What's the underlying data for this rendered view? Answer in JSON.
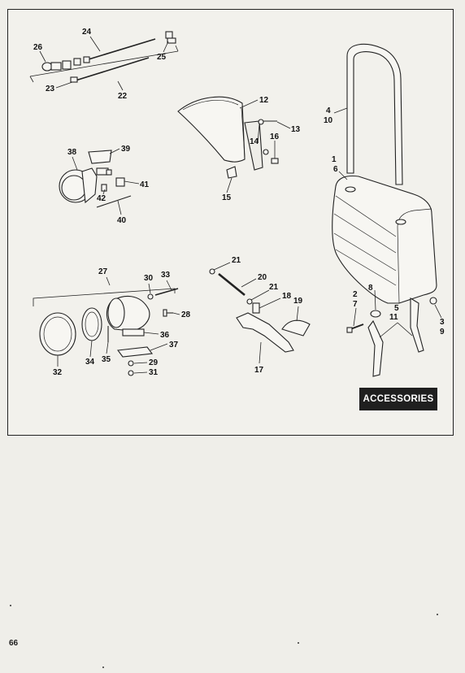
{
  "badge": "ACCESSORIES",
  "page_number": "66",
  "callouts": {
    "c1": "1",
    "c2": "2",
    "c3": "3",
    "c4": "4",
    "c5": "5",
    "c6": "6",
    "c7": "7",
    "c8": "8",
    "c9": "9",
    "c10": "10",
    "c11": "11",
    "c12": "12",
    "c13": "13",
    "c14": "14",
    "c15": "15",
    "c16": "16",
    "c17": "17",
    "c18": "18",
    "c19": "19",
    "c20": "20",
    "c21a": "21",
    "c21b": "21",
    "c22": "22",
    "c23": "23",
    "c24": "24",
    "c25": "25",
    "c26": "26",
    "c27": "27",
    "c28": "28",
    "c29": "29",
    "c30": "30",
    "c31": "31",
    "c32": "32",
    "c33": "33",
    "c34": "34",
    "c35": "35",
    "c36": "36",
    "c37": "37",
    "c38": "38",
    "c39": "39",
    "c40": "40",
    "c41": "41",
    "c42": "42"
  }
}
